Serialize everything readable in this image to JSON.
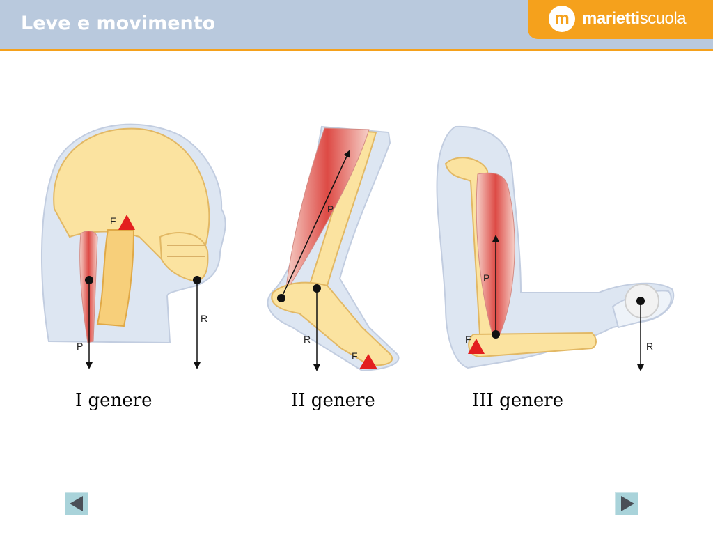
{
  "header": {
    "title": "Leve e movimento",
    "brand_bold": "marietti",
    "brand_light": "scuola"
  },
  "levers": [
    {
      "caption": "I genere",
      "label_fulcrum": "F",
      "label_power": "P",
      "label_resistance": "R"
    },
    {
      "caption": "II genere",
      "label_fulcrum": "F",
      "label_power": "P",
      "label_resistance": "R"
    },
    {
      "caption": "III genere",
      "label_fulcrum": "F",
      "label_power": "P",
      "label_resistance": "R"
    }
  ],
  "colors": {
    "header_bg": "#b9c9dd",
    "accent_orange": "#f5a11c",
    "bone": "#fbe3a0",
    "muscle": "#e0524e",
    "fulcrum": "#e31f1f",
    "nav_button": "#a9d3da"
  },
  "icons": {
    "brand": "marietti-logo-icon",
    "prev": "arrow-left-icon",
    "next": "arrow-right-icon"
  }
}
